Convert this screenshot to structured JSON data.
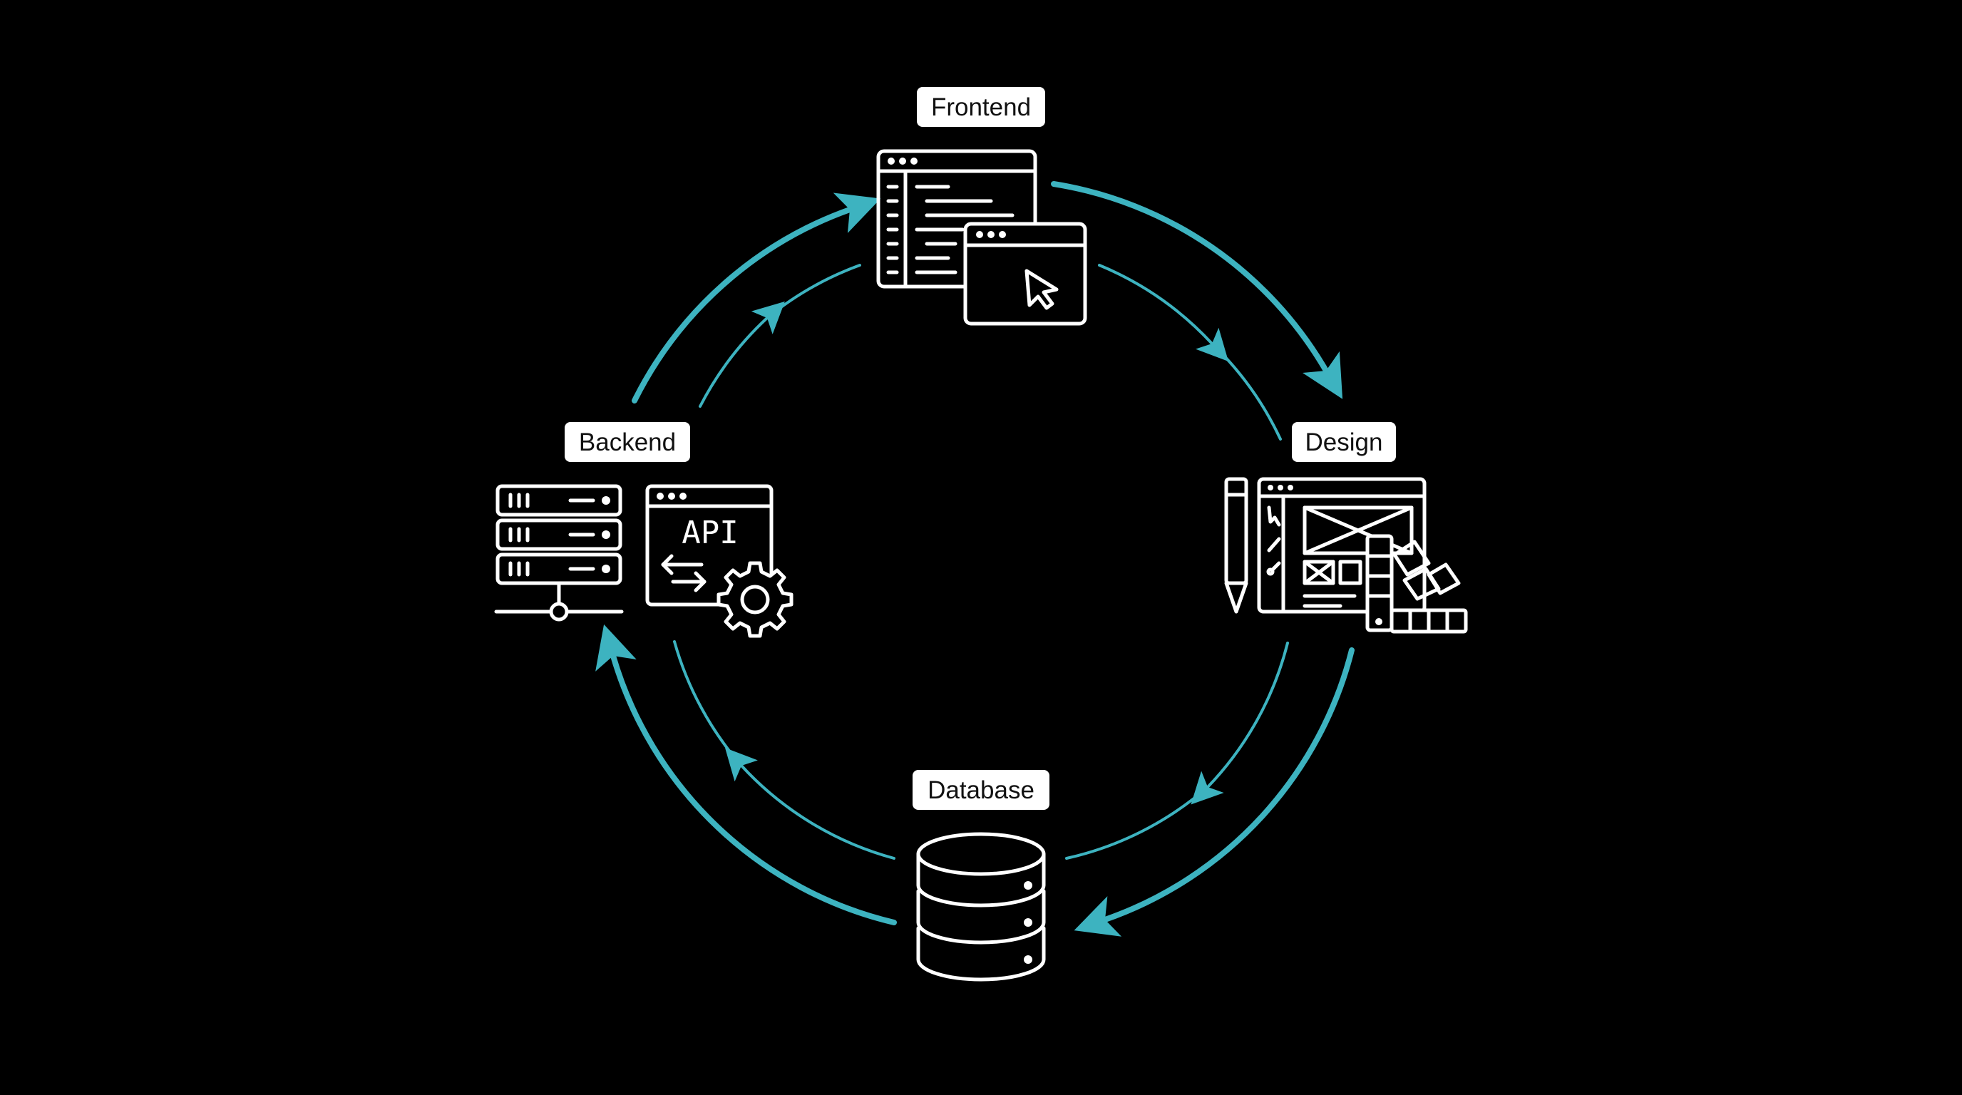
{
  "diagram": {
    "type": "cycle",
    "accent_color": "#3db3c0",
    "background": "#000000",
    "nodes": [
      {
        "id": "frontend",
        "label": "Frontend",
        "icon": "code-editor-window-cursor-icon"
      },
      {
        "id": "design",
        "label": "Design",
        "icon": "wireframe-pencil-swatches-icon"
      },
      {
        "id": "database",
        "label": "Database",
        "icon": "database-cylinder-icon"
      },
      {
        "id": "backend",
        "label": "Backend",
        "icon": "server-rack-api-gear-icon",
        "api_text": "API"
      }
    ],
    "flow": [
      "frontend",
      "design",
      "database",
      "backend",
      "frontend"
    ]
  }
}
